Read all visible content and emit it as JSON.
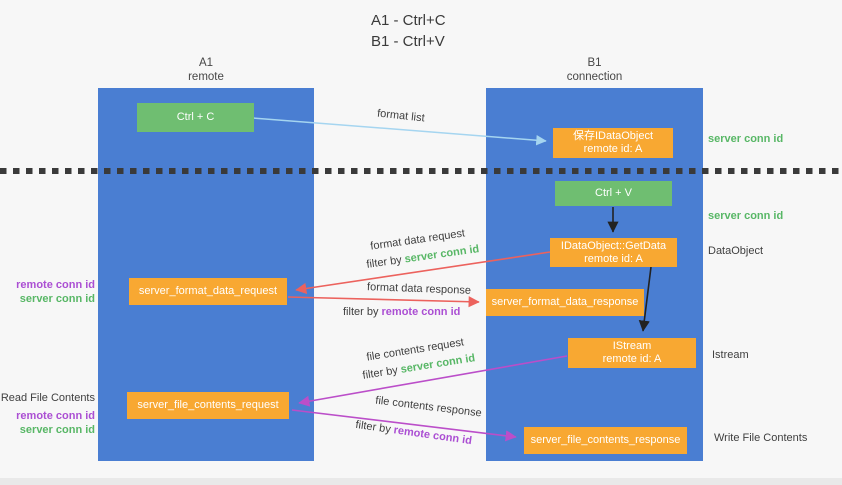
{
  "title": {
    "line1": "A1 - Ctrl+C",
    "line2": "B1 - Ctrl+V"
  },
  "lanes": {
    "a1": {
      "name": "A1",
      "subtitle": "remote"
    },
    "b1": {
      "name": "B1",
      "subtitle": "connection"
    }
  },
  "nodes": {
    "ctrl_c": {
      "label": "Ctrl + C"
    },
    "save_idataobject": {
      "line1": "保存IDataObject",
      "line2": "remote id: A"
    },
    "ctrl_v": {
      "label": "Ctrl + V"
    },
    "getdata": {
      "line1": "IDataObject::GetData",
      "line2": "remote id: A"
    },
    "format_request": {
      "label": "server_format_data_request"
    },
    "format_response": {
      "label": "server_format_data_response"
    },
    "istream": {
      "line1": "IStream",
      "line2": "remote id: A"
    },
    "file_request": {
      "label": "server_file_contents_request"
    },
    "file_response": {
      "label": "server_file_contents_response"
    }
  },
  "right_labels": {
    "server_conn_id_top": "server conn id",
    "server_conn_id_mid": "server conn id",
    "dataobject": "DataObject",
    "istream": "Istream",
    "write_file_contents": "Write File Contents"
  },
  "left_labels": {
    "remote_conn_id_1": "remote conn id",
    "server_conn_id_1": "server conn id",
    "read_file_contents": "Read File Contents",
    "remote_conn_id_2": "remote conn id",
    "server_conn_id_2": "server conn id"
  },
  "arrow_labels": {
    "format_list": "format list",
    "format_data_request": "format data request",
    "filter_by_1_prefix": "filter by ",
    "filter_by_1_value": "server conn id",
    "format_data_response": "format data response",
    "filter_by_2_prefix": "filter by ",
    "filter_by_2_value": "remote conn id",
    "file_contents_request": "file contents request",
    "filter_by_3_prefix": "filter by ",
    "filter_by_3_value": "server conn id",
    "file_contents_response": "file contents response",
    "filter_by_4_prefix": "filter by ",
    "filter_by_4_value": "remote conn id"
  },
  "colors": {
    "lane_blue": "#4a7ed2",
    "box_green": "#6fbe71",
    "box_orange": "#f8a832",
    "text_green": "#58b766",
    "text_purple": "#ab4fd3",
    "arrow_red": "#ec625d",
    "arrow_magenta": "#bb4ec9",
    "arrow_blue": "#a5d5f0",
    "arrow_black": "#222222",
    "dotted_line": "#3a3a3a",
    "background": "#f7f7f7"
  }
}
